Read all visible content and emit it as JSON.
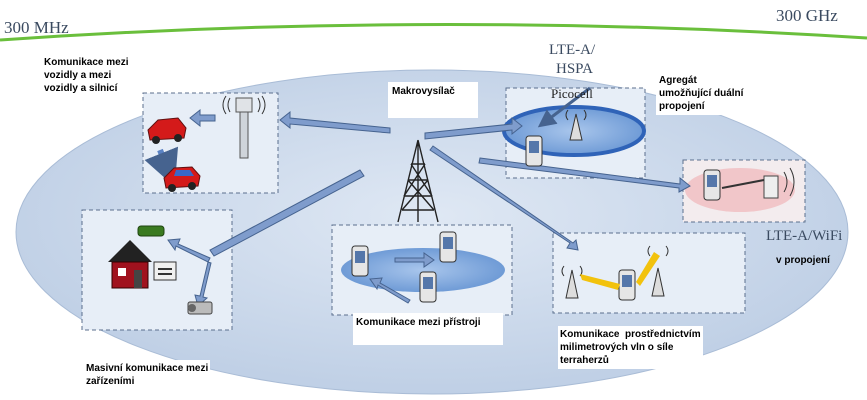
{
  "spectrum": {
    "low": "300 MHz",
    "high": "300 GHz",
    "line_color": "#6abf3c"
  },
  "labels": {
    "v2x": [
      "Komunikace mezi",
      "vozidly a mezi",
      "vozidly a silnicí"
    ],
    "macro": "Makrovysílač",
    "lte_hspa": [
      "LTE-A/",
      "HSPA"
    ],
    "picocell": "Picocell",
    "aggregate": [
      "Agregát",
      "umožňující duální",
      "propojení"
    ],
    "lte_wifi": "LTE-A/WiFi",
    "connection": "v propojení",
    "d2d": "Komunikace mezi přístroji",
    "mmwave": [
      "Komunikace  prostřednictvím",
      "milimetrových vln o síle",
      "terraherzů"
    ],
    "massive": [
      "Masivní komunikace mezi",
      "zařízeními"
    ]
  },
  "colors": {
    "ellipse": "#c9d7ea",
    "arrow": "#7f9ccc",
    "arrow_stroke": "#46638f",
    "zone": "#3377cc",
    "beam": "#f2c20d"
  }
}
